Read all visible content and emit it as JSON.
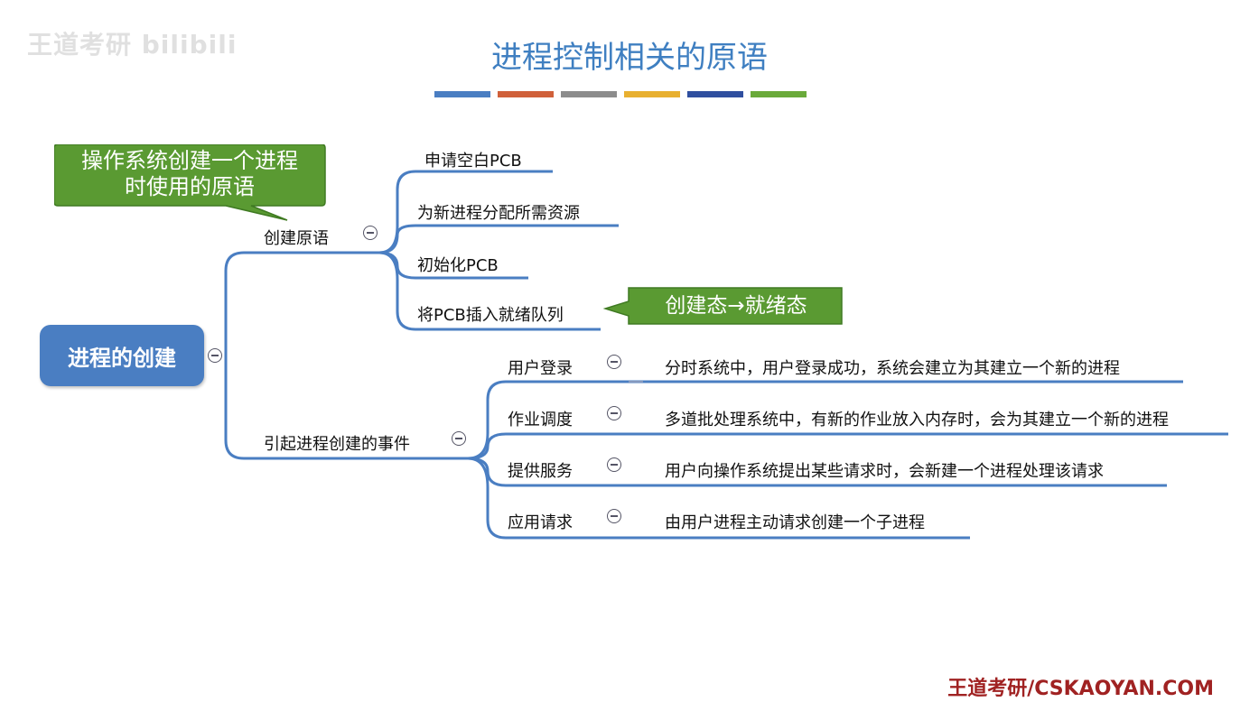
{
  "watermark": "王道考研 bilibili",
  "title": "进程控制相关的原语",
  "colors": {
    "accent": "#4a7ec2",
    "line": "#4a7ec2",
    "callout": "#5a9a32",
    "bar": [
      "#4a7ec2",
      "#d0603a",
      "#8c8c8c",
      "#e8b030",
      "#2f4f9f",
      "#6aaa3a"
    ]
  },
  "mindmap": {
    "root": "进程的创建",
    "branch_create": {
      "label": "创建原语",
      "callout": [
        "操作系统创建一个进程",
        "时使用的原语"
      ],
      "steps": [
        "申请空白PCB",
        "为新进程分配所需资源",
        "初始化PCB",
        "将PCB插入就绪队列"
      ],
      "state_note": "创建态→就绪态"
    },
    "branch_events": {
      "label": "引起进程创建的事件",
      "events": [
        {
          "name": "用户登录",
          "desc": "分时系统中，用户登录成功，系统会建立为其建立一个新的进程"
        },
        {
          "name": "作业调度",
          "desc": "多道批处理系统中，有新的作业放入内存时，会为其建立一个新的进程"
        },
        {
          "name": "提供服务",
          "desc": "用户向操作系统提出某些请求时，会新建一个进程处理该请求"
        },
        {
          "name": "应用请求",
          "desc": "由用户进程主动请求创建一个子进程"
        }
      ]
    }
  },
  "footer": "王道考研/CSKAOYAN.COM"
}
